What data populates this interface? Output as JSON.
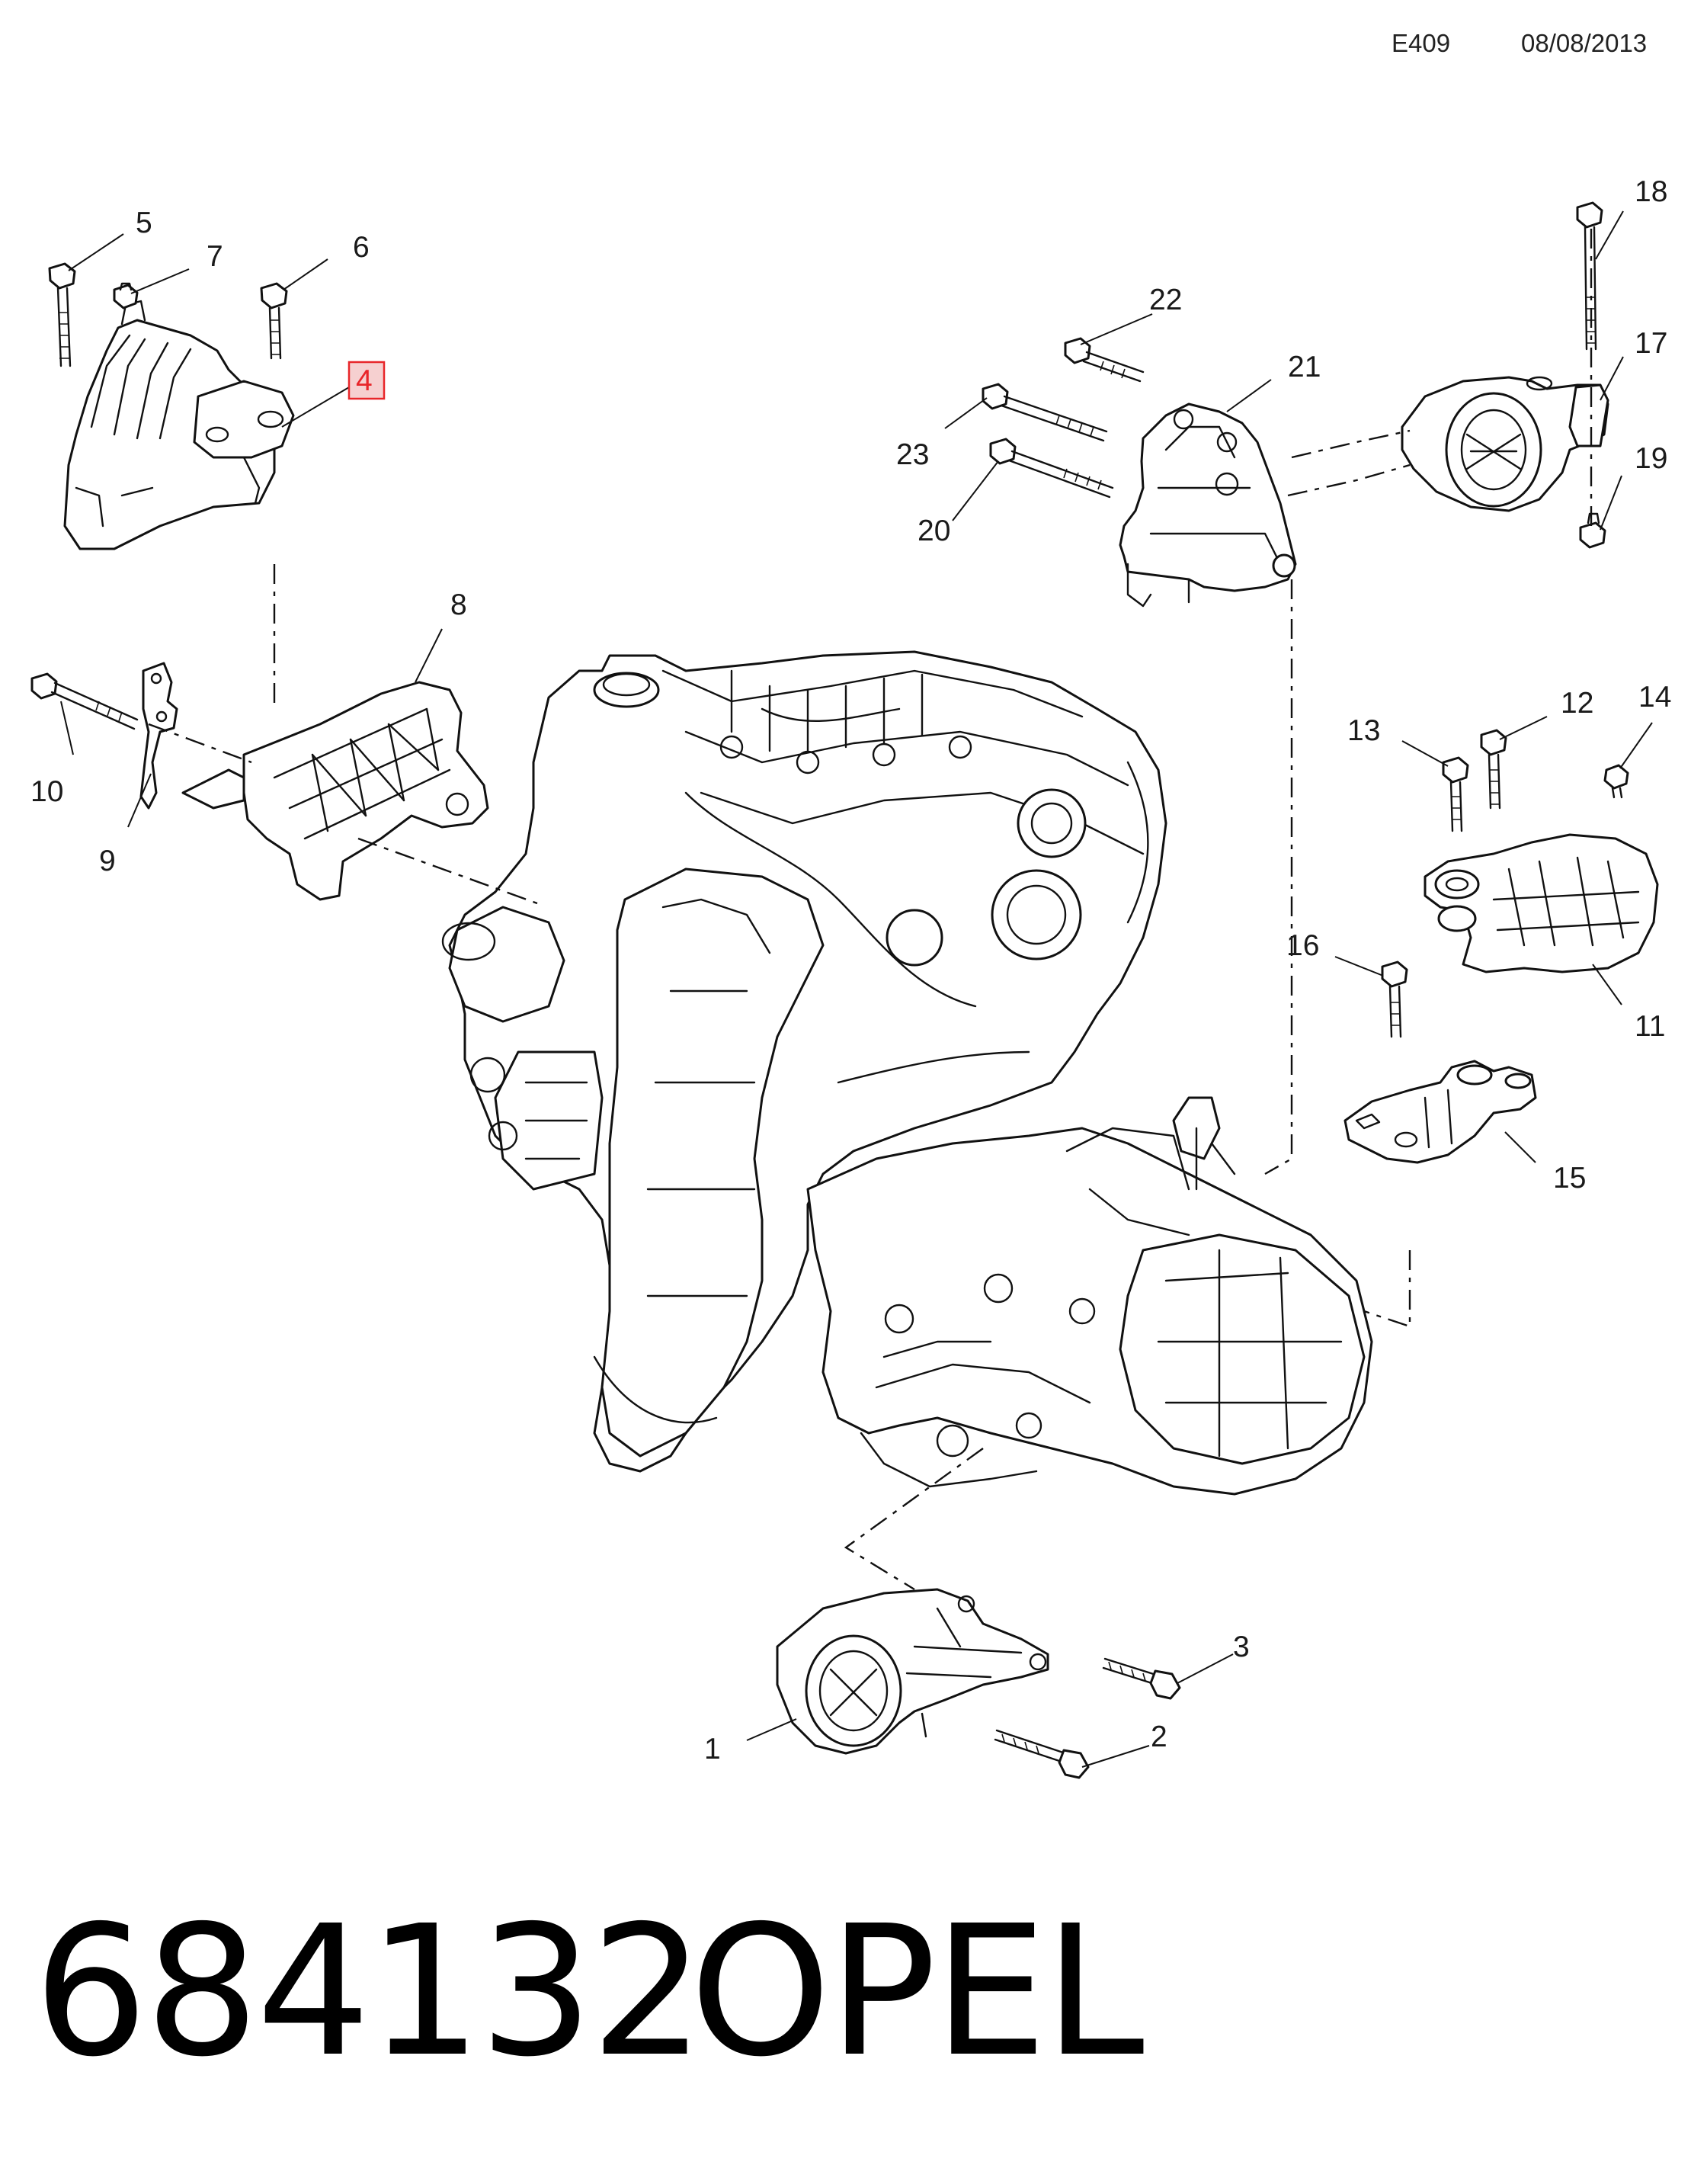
{
  "header": {
    "code": "E409",
    "date": "08/08/2013"
  },
  "footer": {
    "part_number": "684132",
    "brand": "OPEL"
  },
  "highlight": {
    "label_color": "#e8262a",
    "fill_color": "#f6d0d0"
  },
  "callouts": [
    {
      "id": "1",
      "label": "1"
    },
    {
      "id": "2",
      "label": "2"
    },
    {
      "id": "3",
      "label": "3"
    },
    {
      "id": "4",
      "label": "4",
      "highlighted": true
    },
    {
      "id": "5",
      "label": "5"
    },
    {
      "id": "6",
      "label": "6"
    },
    {
      "id": "7",
      "label": "7"
    },
    {
      "id": "8",
      "label": "8"
    },
    {
      "id": "9",
      "label": "9"
    },
    {
      "id": "10",
      "label": "10"
    },
    {
      "id": "11",
      "label": "11"
    },
    {
      "id": "12",
      "label": "12"
    },
    {
      "id": "13",
      "label": "13"
    },
    {
      "id": "14",
      "label": "14"
    },
    {
      "id": "15",
      "label": "15"
    },
    {
      "id": "16",
      "label": "16"
    },
    {
      "id": "17",
      "label": "17"
    },
    {
      "id": "18",
      "label": "18"
    },
    {
      "id": "19",
      "label": "19"
    },
    {
      "id": "20",
      "label": "20"
    },
    {
      "id": "21",
      "label": "21"
    },
    {
      "id": "22",
      "label": "22"
    },
    {
      "id": "23",
      "label": "23"
    }
  ]
}
